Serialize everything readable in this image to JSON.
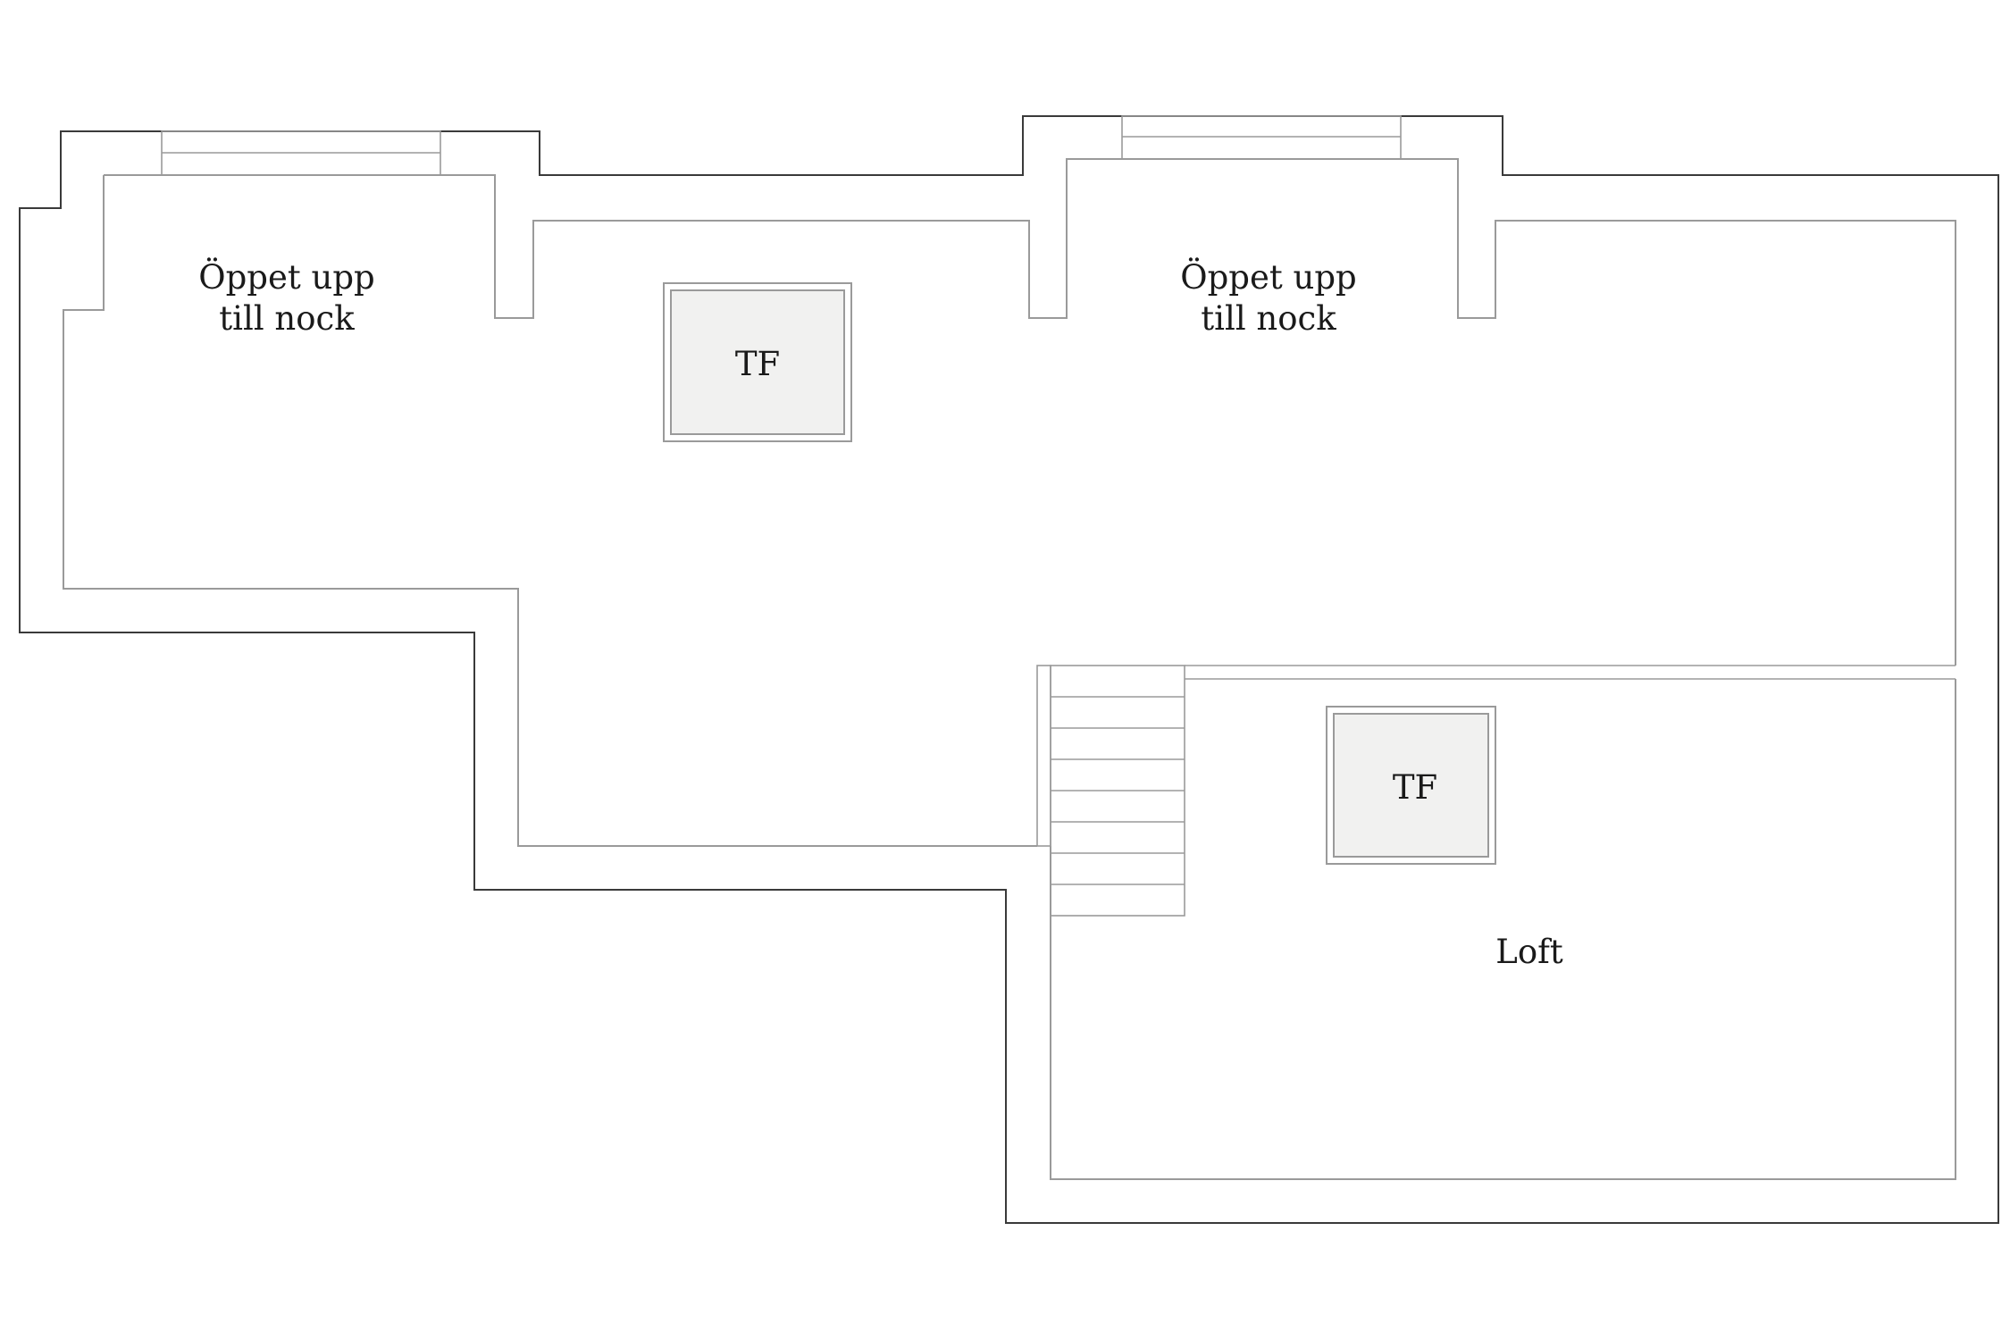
{
  "rooms": {
    "open_left": {
      "line1": "Öppet upp",
      "line2": "till nock"
    },
    "open_right": {
      "line1": "Öppet upp",
      "line2": "till nock"
    },
    "loft": {
      "label": "Loft"
    }
  },
  "fixtures": {
    "tf_upper": {
      "label": "TF"
    },
    "tf_lower": {
      "label": "TF"
    }
  },
  "colors": {
    "outer_wall": "#3a3a3a",
    "inner_wall": "#9a9a9a",
    "fixture_fill": "#f1f1f0",
    "background": "#ffffff"
  }
}
